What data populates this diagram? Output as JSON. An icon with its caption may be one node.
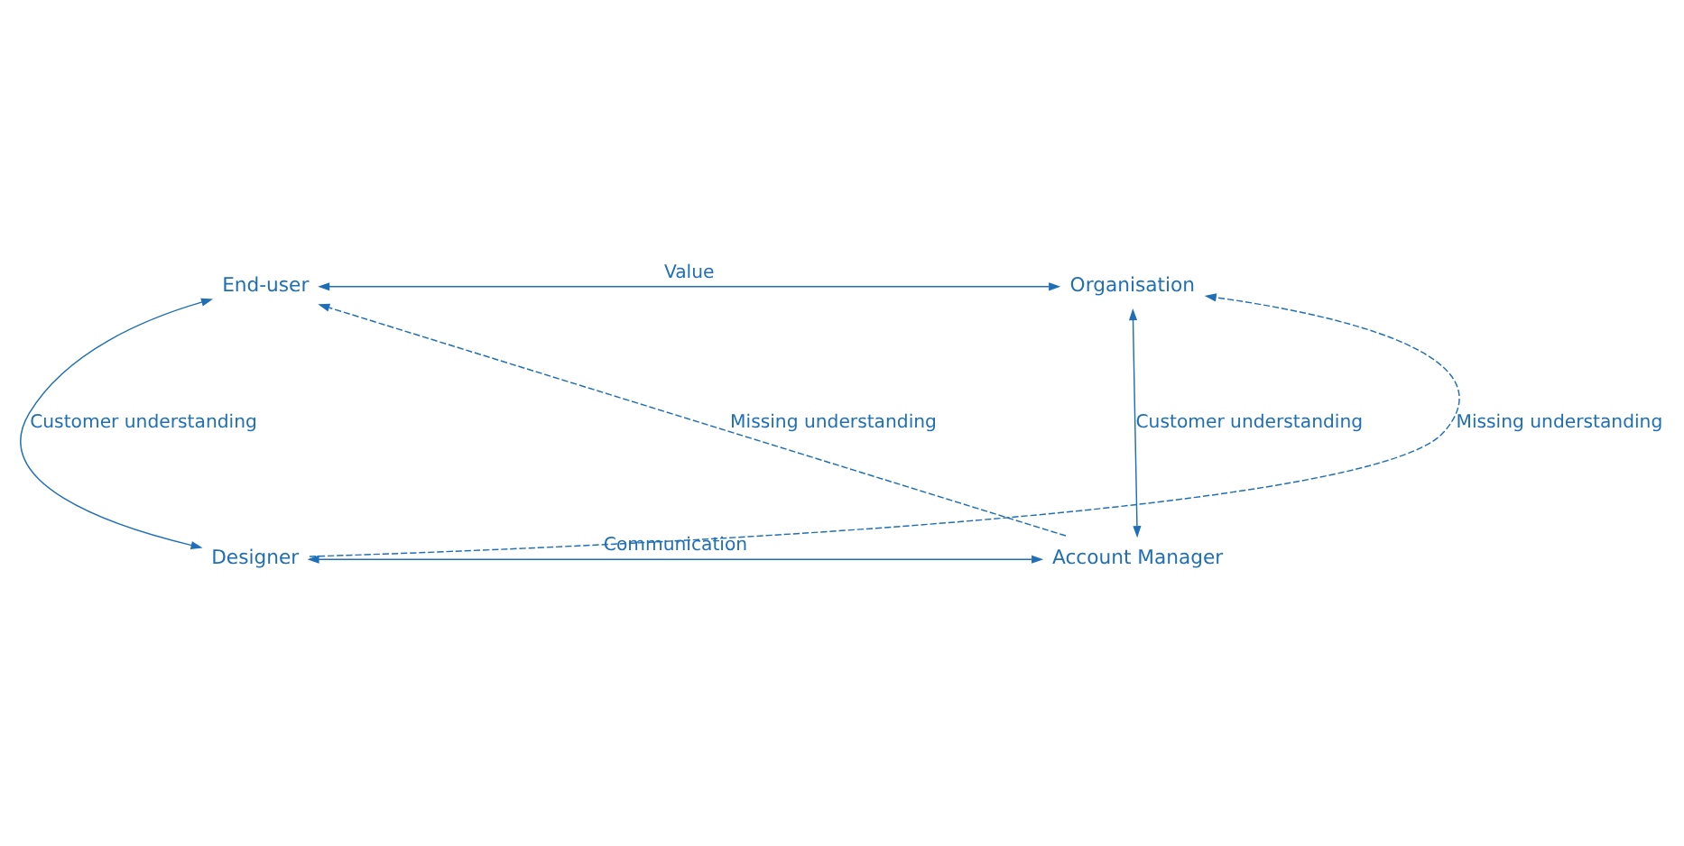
{
  "diagram": {
    "nodes": [
      {
        "text": [
          "End-user"
        ]
      },
      {
        "text": [
          "Organisation"
        ]
      },
      {
        "text": [
          "Designer"
        ]
      },
      {
        "text": [
          "Account Manager"
        ]
      }
    ],
    "edges": [
      {
        "from": 0,
        "to": 1,
        "arrow": "both",
        "label": "Value"
      },
      {
        "from": 0,
        "to": 2,
        "arrow": "both",
        "label": "Customer understanding"
      },
      {
        "from": 3,
        "to": 0,
        "arrow": "to",
        "style": "dashed",
        "label": "Missing understanding"
      },
      {
        "from": 2,
        "to": 1,
        "arrow": "to",
        "style": "dashed",
        "label": "Missing understanding"
      },
      {
        "from": 1,
        "to": 3,
        "arrow": "both",
        "label": "Customer understanding"
      },
      {
        "from": 2,
        "to": 3,
        "arrow": "both",
        "label": "Communication"
      }
    ]
  }
}
